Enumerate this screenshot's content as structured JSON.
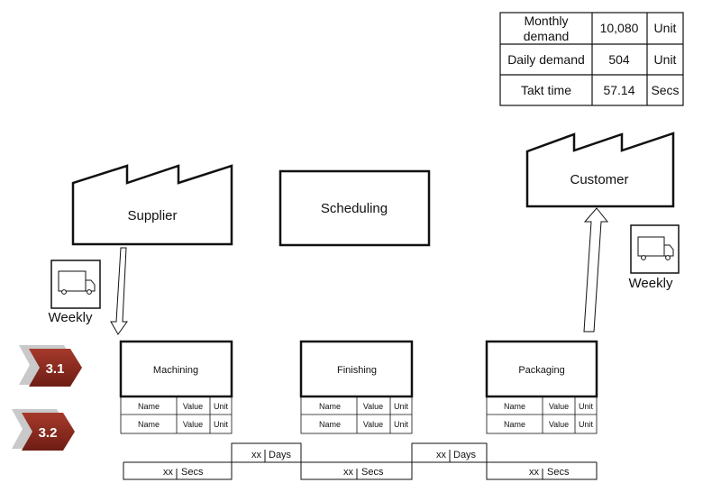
{
  "demand_table": {
    "rows": [
      {
        "label_line1": "Monthly",
        "label_line2": "demand",
        "value": "10,080",
        "unit": "Unit"
      },
      {
        "label": "Daily demand",
        "value": "504",
        "unit": "Unit"
      },
      {
        "label": "Takt time",
        "value": "57.14",
        "unit": "Secs"
      }
    ]
  },
  "supplier": {
    "label": "Supplier"
  },
  "scheduling": {
    "label": "Scheduling"
  },
  "customer": {
    "label": "Customer"
  },
  "supplier_shipment": {
    "label": "Weekly"
  },
  "customer_shipment": {
    "label": "Weekly"
  },
  "steps": [
    {
      "number": "3.1"
    },
    {
      "number": "3.2"
    }
  ],
  "processes": [
    {
      "name": "Machining",
      "data_rows": [
        {
          "name": "Name",
          "value": "Value",
          "unit": "Unit"
        },
        {
          "name": "Name",
          "value": "Value",
          "unit": "Unit"
        }
      ]
    },
    {
      "name": "Finishing",
      "data_rows": [
        {
          "name": "Name",
          "value": "Value",
          "unit": "Unit"
        },
        {
          "name": "Name",
          "value": "Value",
          "unit": "Unit"
        }
      ]
    },
    {
      "name": "Packaging",
      "data_rows": [
        {
          "name": "Name",
          "value": "Value",
          "unit": "Unit"
        },
        {
          "name": "Name",
          "value": "Value",
          "unit": "Unit"
        }
      ]
    }
  ],
  "timeline": {
    "process_segments": [
      {
        "value": "xx",
        "unit": "Secs"
      },
      {
        "value": "xx",
        "unit": "Secs"
      },
      {
        "value": "xx",
        "unit": "Secs"
      }
    ],
    "wait_segments": [
      {
        "value": "xx",
        "unit": "Days"
      },
      {
        "value": "xx",
        "unit": "Days"
      }
    ]
  },
  "colors": {
    "step_badge": "#8b2a1f",
    "step_shadow": "#c9c9c9",
    "line": "#111111"
  }
}
